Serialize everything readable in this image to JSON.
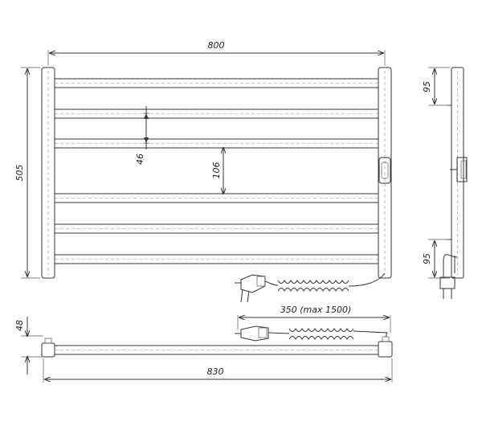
{
  "dimensions": {
    "width_top": "800",
    "height_left": "505",
    "bar_gap": "46",
    "mid_gap": "106",
    "side_top": "95",
    "side_bottom": "95",
    "bottom_depth": "48",
    "cable_length": "350 (max 1500)",
    "width_bottom": "830"
  }
}
